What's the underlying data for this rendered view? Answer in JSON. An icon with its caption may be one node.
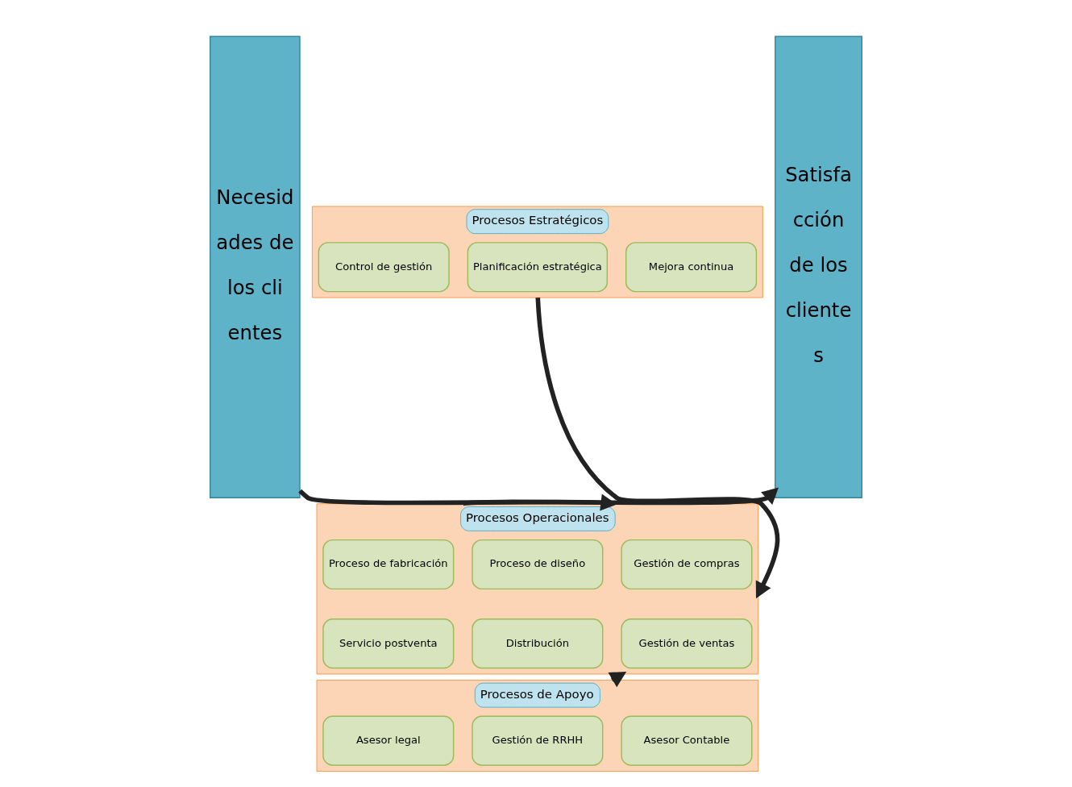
{
  "diagram": {
    "nodes": [
      {
        "text": [
          "Necesidades de los clientes"
        ]
      },
      {
        "text": [
          "Procesos Estratégicos"
        ]
      },
      {
        "text": [
          "Mejora continua"
        ],
        "in": 1
      },
      {
        "text": [
          "Planificación estratégica"
        ],
        "in": 1
      },
      {
        "text": [
          "Control de gestión"
        ],
        "in": 1
      },
      {
        "text": [
          "Procesos Operacionales"
        ]
      },
      {
        "text": [
          "Gestión de compras"
        ],
        "in": 5
      },
      {
        "text": [
          "Proceso de diseño"
        ],
        "in": 5
      },
      {
        "text": [
          "Proceso de fabricación"
        ],
        "in": 5
      },
      {
        "text": [
          "Gestión de ventas"
        ],
        "in": 5
      },
      {
        "text": [
          "Distribución"
        ],
        "in": 5
      },
      {
        "text": [
          "Servicio postventa"
        ],
        "in": 5
      },
      {
        "text": [
          "Procesos de Apoyo"
        ]
      },
      {
        "text": [
          "Asesor Contable"
        ],
        "in": 12
      },
      {
        "text": [
          "Gestión de RRHH"
        ],
        "in": 12
      },
      {
        "text": [
          "Asesor legal"
        ],
        "in": 12
      },
      {
        "text": [
          "Satisfacción de los clientes"
        ]
      }
    ],
    "edges": [
      {
        "from": 1,
        "to": 5,
        "arrow": "to"
      },
      {
        "from": 12,
        "to": 5,
        "arrow": "to"
      },
      {
        "from": 0,
        "to": 5,
        "arrow": "to"
      },
      {
        "from": 5,
        "to": 16,
        "arrow": "to"
      }
    ]
  }
}
